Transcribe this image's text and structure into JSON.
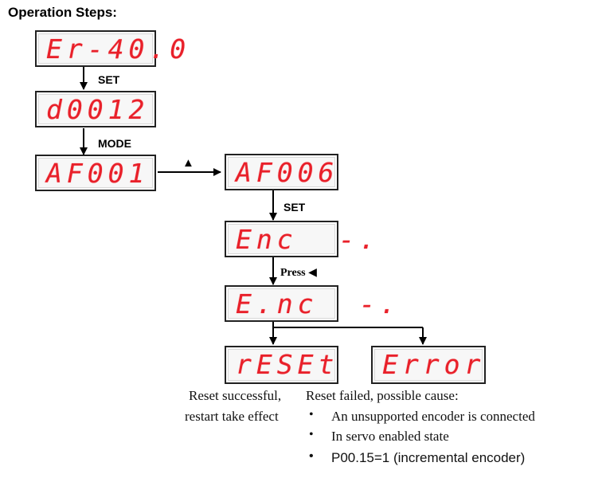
{
  "title": "Operation Steps:",
  "displays": {
    "er400": "Er-40.0",
    "d0012": "d0012",
    "af001": "AF001",
    "af006": "AF006",
    "enc1": "Enc  -.",
    "enc2": "E.nc  -.",
    "reset": "rESEt",
    "error": "Error"
  },
  "labels": {
    "set1": "SET",
    "mode": "MODE",
    "up": "▲",
    "set2": "SET",
    "press": "Press",
    "left": "◀"
  },
  "captions": {
    "success_line1": "Reset successful,",
    "success_line2": "restart take effect",
    "failed_title": "Reset failed, possible cause:",
    "causes": [
      "An unsupported encoder is connected",
      "In servo enabled state",
      "P00.15=1 (incremental encoder)"
    ]
  },
  "colors": {
    "segment": "#e8202a",
    "border": "#222222"
  }
}
